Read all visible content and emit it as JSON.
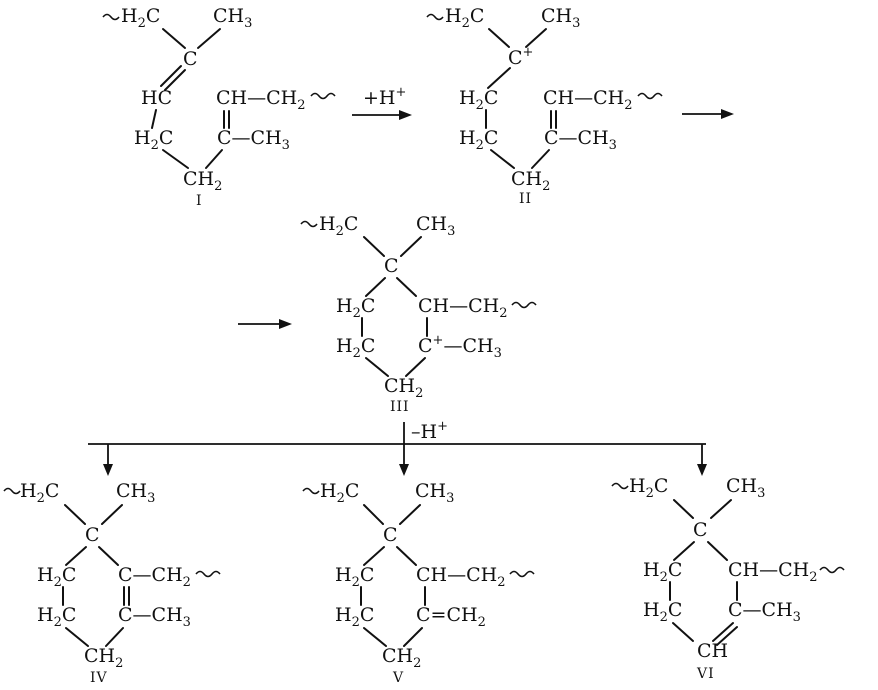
{
  "reagents": {
    "protonation": "+H",
    "protonation_charge": "+",
    "deprotonation": "–H",
    "deprotonation_charge": "+"
  },
  "atoms": {
    "ch3": "CH",
    "h2c": "H",
    "c": "C",
    "hc": "HC",
    "ch": "CH",
    "ch2_prefix": "CH",
    "eq_ch2": "=CH",
    "cation": "C",
    "cation_charge": "+",
    "sub2": "2",
    "sub3": "3",
    "dash": "—"
  },
  "structures": [
    {
      "id": "I",
      "label": "I"
    },
    {
      "id": "II",
      "label": "II"
    },
    {
      "id": "III",
      "label": "III"
    },
    {
      "id": "IV",
      "label": "IV"
    },
    {
      "id": "V",
      "label": "V"
    },
    {
      "id": "VI",
      "label": "VI"
    }
  ]
}
